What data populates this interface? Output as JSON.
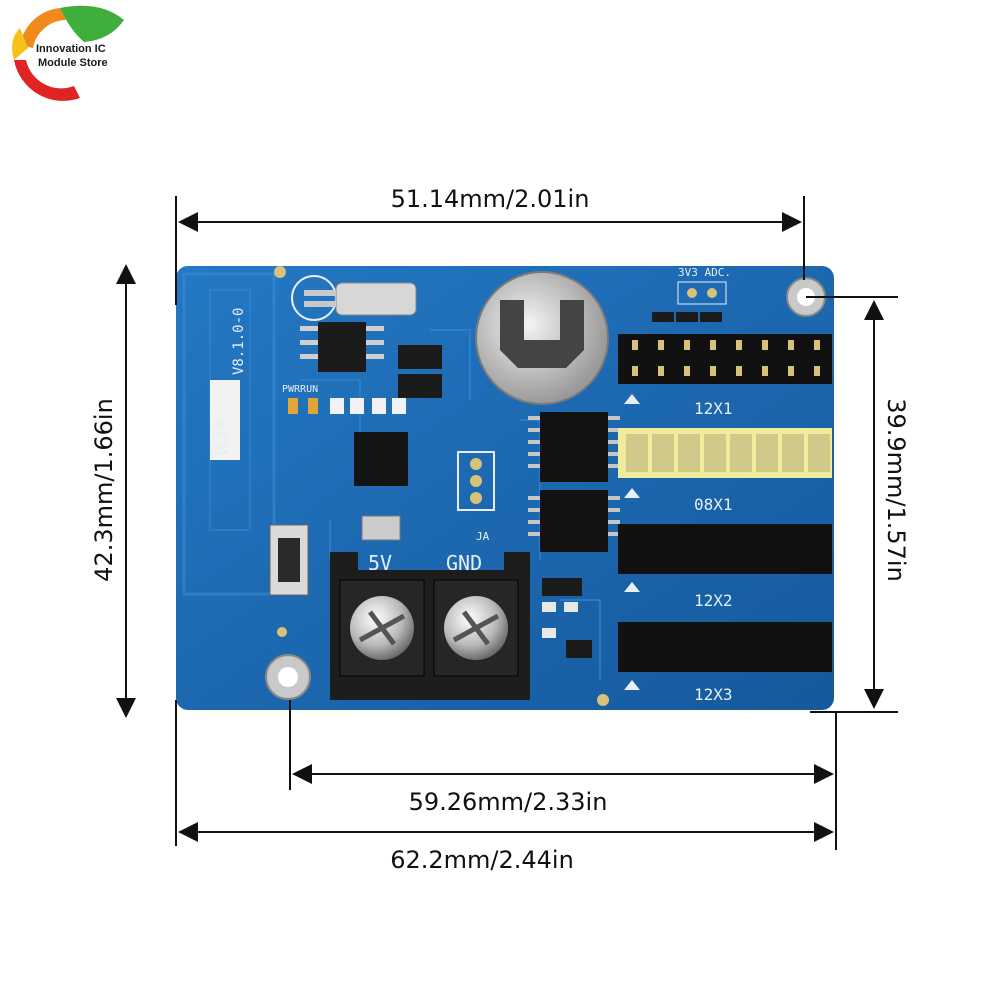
{
  "logo": {
    "line1": "Innovation IC",
    "line2": "Module Store"
  },
  "dimensions": {
    "top_width": "51.14mm/2.01in",
    "left_height": "42.3mm/1.66in",
    "right_height": "39.9mm/1.57in",
    "hole_spacing": "59.26mm/2.33in",
    "full_width": "62.2mm/2.44in"
  },
  "board": {
    "model": "W3A",
    "version": "V8.1.0-0",
    "pwr_run": "PWRRUN",
    "adc": "3V3 ADC.",
    "terminal_5v": "5V",
    "terminal_gnd": "GND",
    "header_12x1": "12X1",
    "header_08x1": "08X1",
    "header_12x2": "12X2",
    "header_12x3": "12X3",
    "ja": "JA"
  },
  "colors": {
    "pcb": "#1f6fb8",
    "pcb_dark": "#16599a",
    "arrow": "#111111"
  }
}
